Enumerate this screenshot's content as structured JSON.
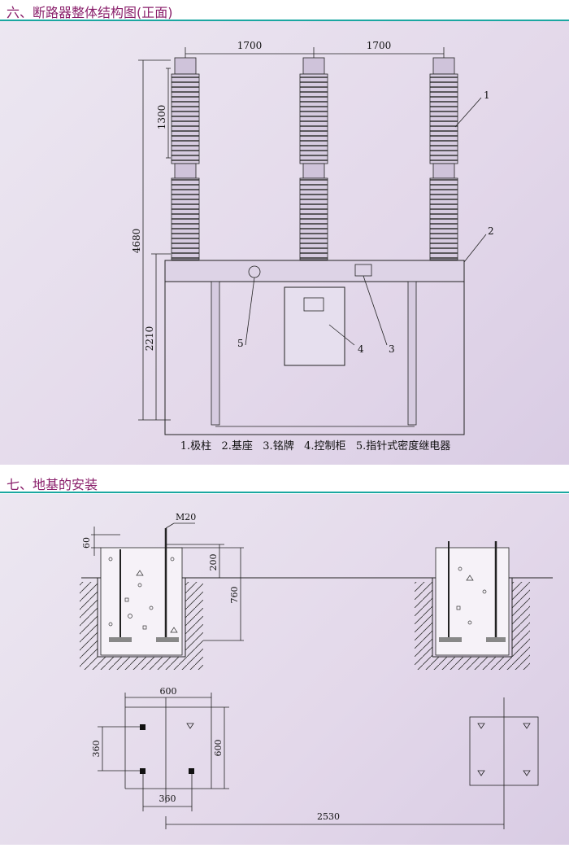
{
  "sections": {
    "structure": {
      "title": "六、断路器整体结构图(正面)"
    },
    "foundation": {
      "title": "七、地基的安装"
    }
  },
  "structure_diagram": {
    "dims": {
      "pole_spacing_left": "1700",
      "pole_spacing_right": "1700",
      "insulator_height": "1300",
      "total_height": "4680",
      "base_height": "2210"
    },
    "callouts": [
      "1",
      "2",
      "3",
      "4",
      "5"
    ],
    "legend": "1.极柱   2.基座   3.铭牌   4.控制柜   5.指针式密度继电器"
  },
  "foundation_diagram": {
    "dims": {
      "bolt": "M20",
      "bolt_top": "60",
      "embed_depth": "200",
      "pit_depth": "760",
      "plan_width": "600",
      "plan_height": "600",
      "bolt_spacing_v": "360",
      "bolt_spacing_h": "360",
      "center_distance": "2530"
    }
  }
}
